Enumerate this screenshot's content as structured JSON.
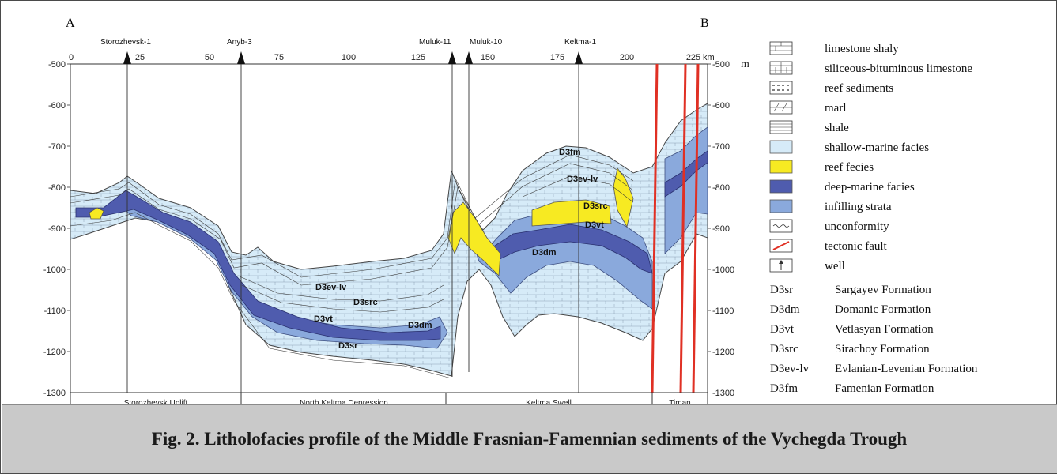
{
  "figure": {
    "corner_labels": {
      "left": "A",
      "right": "B"
    },
    "x_axis": {
      "unit": "km",
      "ticks": [
        "0",
        "25",
        "50",
        "75",
        "100",
        "125",
        "150",
        "175",
        "200",
        "225"
      ]
    },
    "y_axis": {
      "unit": "m",
      "ticks": [
        "-500",
        "-600",
        "-700",
        "-800",
        "-900",
        "-1000",
        "-1100",
        "-1200",
        "-1300"
      ]
    },
    "wells": [
      "Storozhevsk-1",
      "Anyb-3",
      "Muluk-11",
      "Muluk-10",
      "Keltma-1"
    ],
    "strata_labels": {
      "d3fm": "D3fm",
      "d3evlv_right": "D3ev-lv",
      "d3src_right": "D3src",
      "d3vt_right": "D3vt",
      "d3dm_right": "D3dm",
      "d3evlv_left": "D3ev-lv",
      "d3src_left": "D3src",
      "d3vt_left": "D3vt",
      "d3dm_left": "D3dm",
      "d3sr_left": "D3sr"
    },
    "regions": [
      "Storozhevsk Uplift",
      "North Keltma Depression",
      "Keltma Swell",
      "Timan"
    ],
    "legend": [
      {
        "symbol": "limestone-shaly",
        "label": "limestone shaly"
      },
      {
        "symbol": "siliceous-limestone",
        "label": "siliceous-bituminous limestone"
      },
      {
        "symbol": "reef-sediments",
        "label": "reef sediments"
      },
      {
        "symbol": "marl",
        "label": "marl"
      },
      {
        "symbol": "shale",
        "label": "shale"
      },
      {
        "symbol": "shallow-marine",
        "label": "shallow-marine facies",
        "color": "#d6ebf8"
      },
      {
        "symbol": "reef-facies",
        "label": "reef fecies",
        "color": "#f7ea22"
      },
      {
        "symbol": "deep-marine",
        "label": "deep-marine facies",
        "color": "#4f5cae"
      },
      {
        "symbol": "infilling",
        "label": "infilling strata",
        "color": "#8aa9dc"
      },
      {
        "symbol": "unconformity",
        "label": "unconformity"
      },
      {
        "symbol": "fault",
        "label": "tectonic fault",
        "color": "#e03024"
      },
      {
        "symbol": "well",
        "label": "well"
      }
    ],
    "formations": [
      {
        "code": "D3sr",
        "name": "Sargayev Formation"
      },
      {
        "code": "D3dm",
        "name": "Domanic Formation"
      },
      {
        "code": "D3vt",
        "name": "Vetlasyan Formation"
      },
      {
        "code": "D3src",
        "name": "Sirachoy Formation"
      },
      {
        "code": "D3ev-lv",
        "name": "Evlanian-Levenian Formation"
      },
      {
        "code": "D3fm",
        "name": "Famenian Formation"
      }
    ]
  },
  "caption": "Fig. 2. Litholofacies profile of the Middle Frasnian-Famennian sediments of the Vychegda Trough"
}
